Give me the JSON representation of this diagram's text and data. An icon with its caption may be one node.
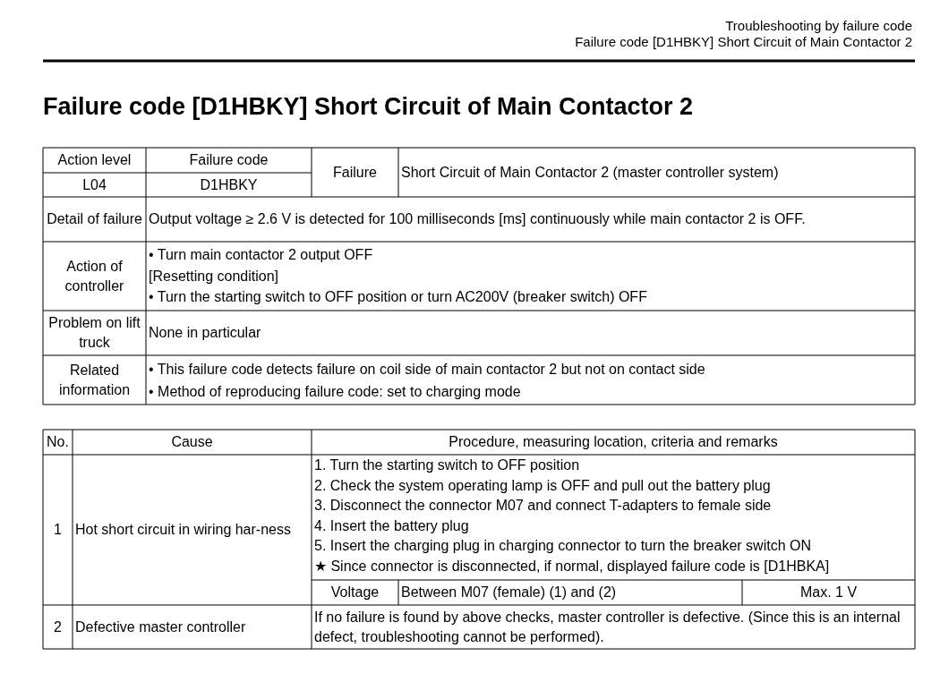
{
  "diagram": {
    "title": "Failure code [D1HBKY] Short Circuit of Main Contactor 2",
    "labels": [
      "Troubleshooting by failure code",
      "Failure code [D1HBKY] Short Circuit of Main Contactor 2",
      "Action level",
      "Failure code",
      "Failure",
      "Short Circuit of Main Contactor 2 (master controller system)",
      "L04",
      "D1HBKY",
      "Detail of failure",
      "Output voltage ≥ 2.6 V is detected for 100 milliseconds [ms] continuously while main contactor 2 is OFF.",
      "Action of controller",
      "• Turn main contactor 2 output OFF",
      "[Resetting condition]",
      "• Turn the starting switch to OFF position or turn AC200V (breaker switch) OFF",
      "Problem on lift truck",
      "None in particular",
      "Related information",
      "• This failure code detects failure on coil side of main contactor 2 but not on contact side",
      "• Method of reproducing failure code: set to charging mode",
      "No.",
      "Cause",
      "Procedure, measuring location, criteria and remarks",
      "1",
      "Hot short circuit in wiring har-ness",
      "1. Turn the starting switch to OFF position",
      "2. Check the system operating lamp is OFF and pull out the battery plug",
      "3. Disconnect the connector M07 and connect T-adapters to female side",
      "4. Insert the battery plug",
      "5. Insert the charging plug in charging connector to turn the breaker switch ON",
      "★ Since connector is disconnected, if normal, displayed failure code is [D1HBKA]",
      "Voltage",
      "Between M07 (female) (1) and (2)",
      "Max. 1 V",
      "2",
      "Defective master controller",
      "If no failure is found by above checks, master controller is defective. (Since this is an internal defect, troubleshooting cannot be performed)."
    ]
  }
}
